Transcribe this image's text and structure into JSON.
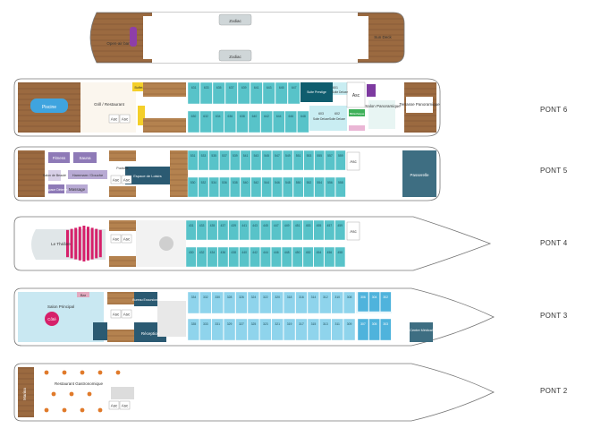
{
  "colors": {
    "hull_line": "#7a7a7a",
    "wood": "#9b6a40",
    "wood_light": "#b88656",
    "cabin_teal": "#58c3c9",
    "cabin_blue": "#4fb3dc",
    "cabin_dark": "#2b5a72",
    "pool": "#3fa4df",
    "purple": "#8e7ab7",
    "red": "#d6206a",
    "gray": "#9aa3a8"
  },
  "decks": [
    {
      "name": "Sun",
      "label": ""
    },
    {
      "name": "Pont 6",
      "label": "PONT 6"
    },
    {
      "name": "Pont 5",
      "label": "PONT 5"
    },
    {
      "name": "Pont 4",
      "label": "PONT 4"
    },
    {
      "name": "Pont 3",
      "label": "PONT 3"
    },
    {
      "name": "Pont 2",
      "label": "PONT 2"
    }
  ],
  "sun_deck": {
    "open_air_bar": "Open-air bar",
    "zodiac_top": "Zodiac",
    "zodiac_bottom": "Zodiac",
    "sun_deck_label": "Sun Deck"
  },
  "pont6": {
    "piscine": "Piscine",
    "grill": "Grill / Restaurant",
    "buffet": "Buffet",
    "asc": "Asc",
    "asc2": "Asc",
    "asc3": "Asc",
    "suite_prestige": "Suite Prestige",
    "suite_deluxe_top": "Suite Deluxe",
    "suite_deluxe_bot1": "Suite Deluxe",
    "suite_deluxe_bot2": "Suite Deluxe",
    "salon_pano": "Salon Panoramique",
    "bibliotheque": "Bibliothèque",
    "terrasse": "Terrasse Panoramique",
    "top_cabins": [
      "631",
      "633",
      "635",
      "637",
      "639",
      "641",
      "643",
      "645",
      "647"
    ],
    "bot_cabins": [
      "630",
      "632",
      "634",
      "636",
      "638",
      "640",
      "642",
      "644",
      "646",
      "648"
    ],
    "top_suite_num": "601",
    "bot_suite_nums": [
      "603",
      "602"
    ]
  },
  "pont5": {
    "fitness": "Fitness",
    "sauna": "Sauna",
    "salon_beaute": "Salon de Beauté",
    "hammam": "Hammam / Douche",
    "espace_detente": "Espace Détente",
    "massage": "Massage",
    "pool_label": "Poolside",
    "espace_loisirs": "Espace de Loisirs",
    "asc": "Asc",
    "asc2": "Asc",
    "asc3": "Asc",
    "passerelle": "Passerelle",
    "top_cabins": [
      "531",
      "533",
      "535",
      "537",
      "539",
      "541",
      "543",
      "545",
      "547",
      "549",
      "551",
      "553",
      "555",
      "557",
      "559"
    ],
    "bot_cabins": [
      "530",
      "532",
      "534",
      "536",
      "538",
      "540",
      "542",
      "544",
      "546",
      "548",
      "550",
      "552",
      "554",
      "556",
      "558"
    ]
  },
  "pont4": {
    "theatre": "Le Théâtre",
    "asc": "Asc",
    "asc2": "Asc",
    "asc3": "Asc",
    "top_cabins": [
      "431",
      "433",
      "435",
      "437",
      "439",
      "441",
      "443",
      "445",
      "447",
      "449",
      "451",
      "453",
      "455",
      "457",
      "459"
    ],
    "bot_cabins": [
      "430",
      "432",
      "434",
      "436",
      "438",
      "440",
      "442",
      "444",
      "446",
      "448",
      "450",
      "452",
      "454",
      "456",
      "458"
    ]
  },
  "pont3": {
    "bar": "Bar",
    "cote": "Côté",
    "salon_principal": "Salon Principal",
    "bureau": "Bureau Excursions",
    "reception": "Réception",
    "asc": "Asc",
    "asc2": "Asc",
    "centre_medical": "Centre Médical",
    "top_cabins": [
      "334",
      "332",
      "330",
      "328",
      "326",
      "324",
      "322",
      "320",
      "318",
      "316",
      "314",
      "312",
      "310",
      "308"
    ],
    "bot_cabins": [
      "335",
      "333",
      "331",
      "329",
      "327",
      "325",
      "323",
      "321",
      "319",
      "317",
      "315",
      "313",
      "311",
      "309"
    ],
    "blue_top": [
      "306",
      "304",
      "302"
    ],
    "blue_bot": [
      "307",
      "305",
      "303"
    ]
  },
  "pont2": {
    "marina": "Marina",
    "restaurant": "Restaurant Gastronomique",
    "asc": "Asc",
    "asc2": "Asc"
  }
}
